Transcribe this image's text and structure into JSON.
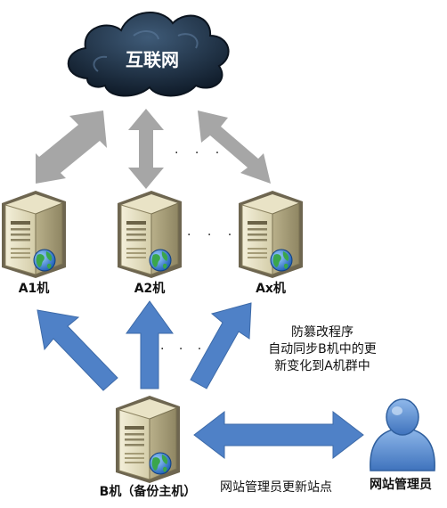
{
  "cloud": {
    "label": "互联网"
  },
  "servers": {
    "a1": {
      "label": "A1机"
    },
    "a2": {
      "label": "A2机"
    },
    "ax": {
      "label": "Ax机"
    },
    "b": {
      "label": "B机（备份主机）"
    }
  },
  "admin": {
    "label": "网站管理员"
  },
  "notes": {
    "sync_line1": "防篡改程序",
    "sync_line2": "自动同步B机中的更",
    "sync_line3": "新变化到A机群中",
    "admin_update": "网站管理员更新站点"
  },
  "ellipsis": {
    "top": "· · ·",
    "middle": "· · ·",
    "bottom": "· · ·"
  },
  "colors": {
    "gray_arrow": "#a6a6a6",
    "blue_arrow": "#4f81c7",
    "cloud_dark": "#17283c",
    "person_blue": "#5b8fd0"
  }
}
